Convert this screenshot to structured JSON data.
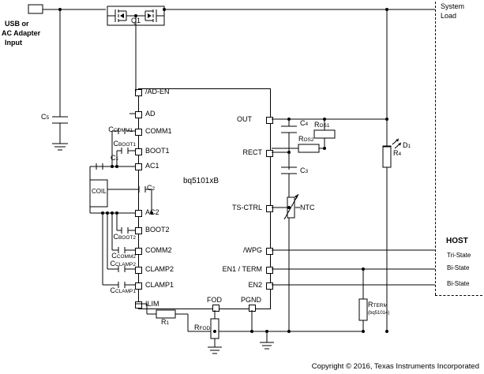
{
  "diagram": {
    "title": "bq5101xB wireless power receiver application schematic",
    "chip_label": "bq5101xB",
    "copyright": "Copyright © 2016, Texas Instruments Incorporated"
  },
  "blocks": {
    "input_label_line1": "USB or",
    "input_label_line2": "AC Adapter",
    "input_label_line3": "Input",
    "system_load_line1": "System",
    "system_load_line2": "Load",
    "host_label": "HOST",
    "q1": "Q1",
    "coil": "COIL",
    "ntc": "NTC"
  },
  "pins_left": [
    "/AD-EN",
    "AD",
    "COMM1",
    "BOOT1",
    "AC1",
    "AC2",
    "BOOT2",
    "COMM2",
    "CLAMP2",
    "CLAMP1",
    "ILIM"
  ],
  "pins_right": [
    "OUT",
    "RECT",
    "TS-CTRL",
    "/WPG",
    "EN1 / TERM",
    "EN2"
  ],
  "pins_bottom": [
    "FOD",
    "PGND"
  ],
  "host_signals": [
    "Tri-State",
    "Bi-State",
    "Bi-State"
  ],
  "components": {
    "c5": "C",
    "c5_sub": "5",
    "c1": "C",
    "c1_sub": "1",
    "c2": "C",
    "c2_sub": "2",
    "c3": "C",
    "c3_sub": "3",
    "c4": "C",
    "c4_sub": "4",
    "ccomm1": "C",
    "ccomm1_sub": "COMM1",
    "cboot1": "C",
    "cboot1_sub": "BOOT1",
    "cboot2": "C",
    "cboot2_sub": "BOOT2",
    "ccomm2": "C",
    "ccomm2_sub": "COMM2",
    "cclamp2": "C",
    "cclamp2_sub": "CLAMP2",
    "cclamp1": "C",
    "cclamp1_sub": "CLAMP1",
    "ros1": "R",
    "ros1_sub": "OS1",
    "ros2": "R",
    "ros2_sub": "OS2",
    "r4": "R",
    "r4_sub": "4",
    "r1": "R",
    "r1_sub": "1",
    "rfod": "R",
    "rfod_sub": "FOD",
    "rterm": "R",
    "rterm_sub": "TERM",
    "rterm_note": "(bq51014)",
    "d1": "D",
    "d1_sub": "1"
  }
}
